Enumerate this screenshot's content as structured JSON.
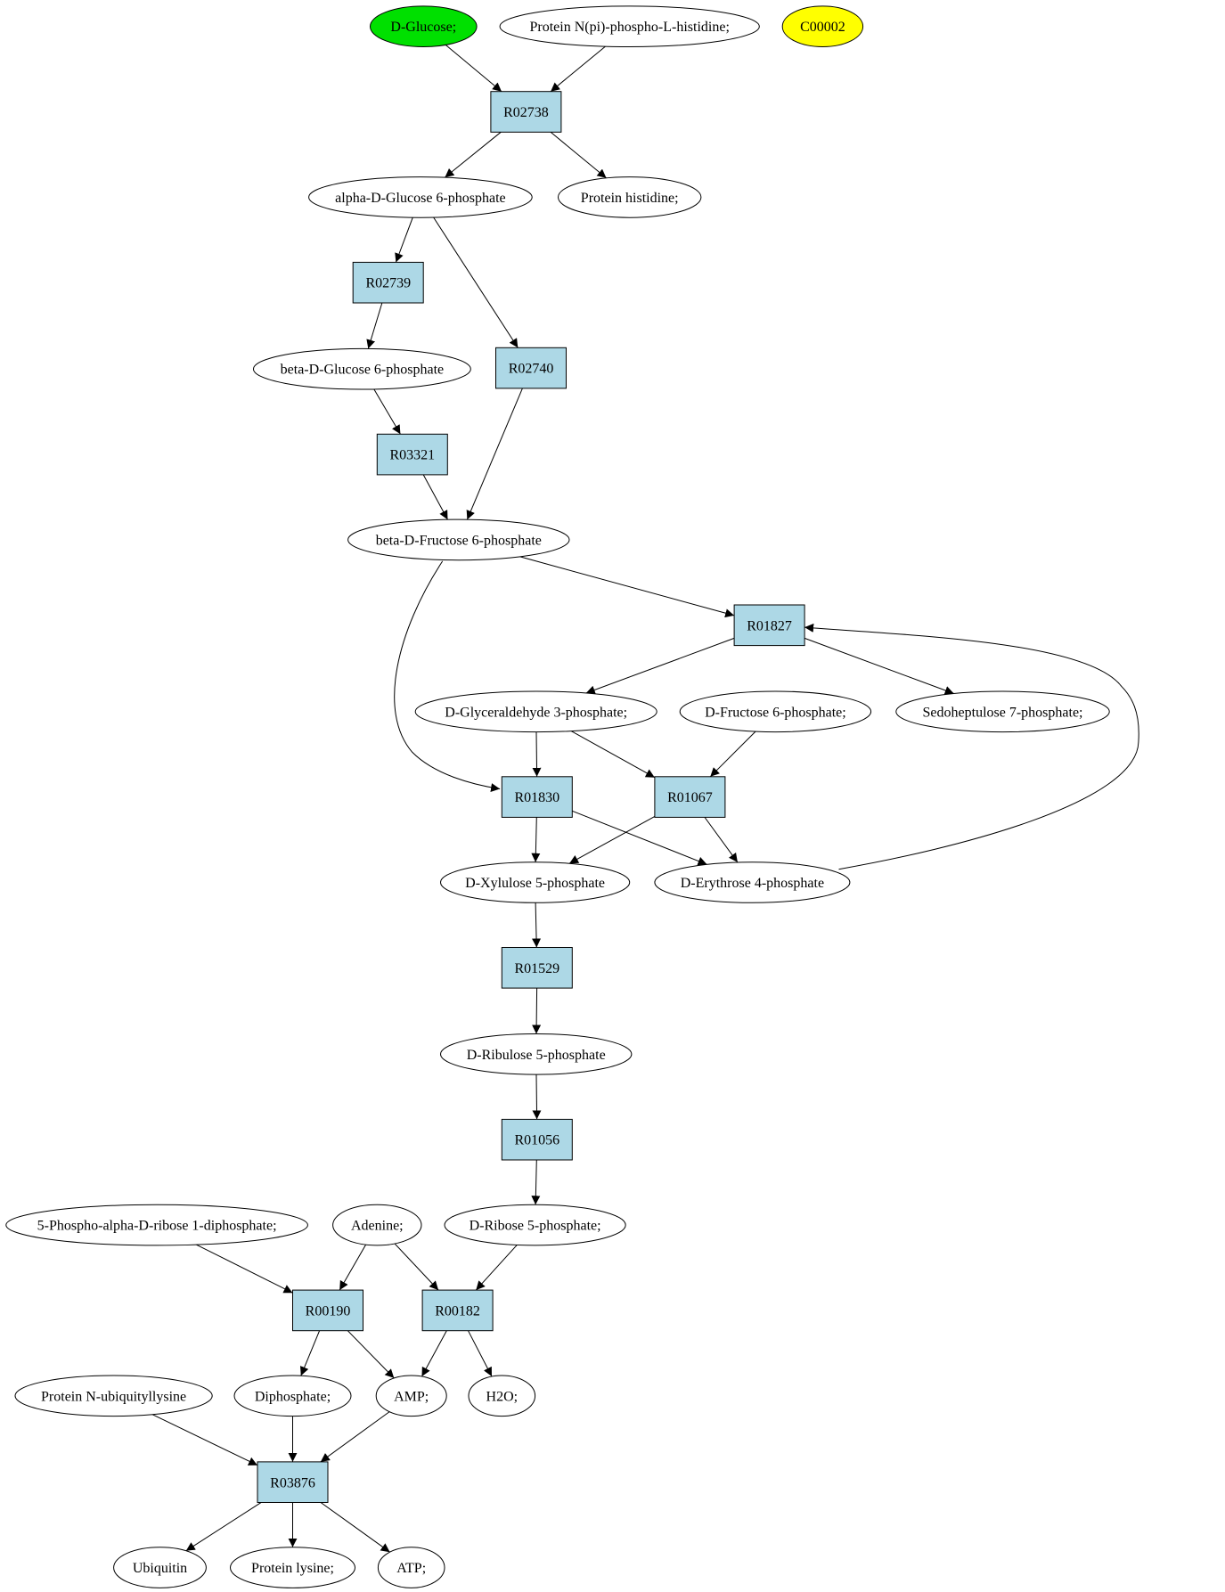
{
  "nodes": {
    "d_glucose": {
      "label": "D-Glucose;",
      "kind": "compound",
      "fill": "#00e000"
    },
    "protein_npi": {
      "label": "Protein N(pi)-phospho-L-histidine;",
      "kind": "compound"
    },
    "c00002": {
      "label": "C00002",
      "kind": "compound",
      "fill": "#ffff00"
    },
    "r02738": {
      "label": "R02738",
      "kind": "reaction"
    },
    "ag6p": {
      "label": "alpha-D-Glucose 6-phosphate",
      "kind": "compound"
    },
    "prot_his": {
      "label": "Protein histidine;",
      "kind": "compound"
    },
    "r02739": {
      "label": "R02739",
      "kind": "reaction"
    },
    "bg6p": {
      "label": "beta-D-Glucose 6-phosphate",
      "kind": "compound"
    },
    "r02740": {
      "label": "R02740",
      "kind": "reaction"
    },
    "r03321": {
      "label": "R03321",
      "kind": "reaction"
    },
    "bf6p": {
      "label": "beta-D-Fructose 6-phosphate",
      "kind": "compound"
    },
    "r01827": {
      "label": "R01827",
      "kind": "reaction"
    },
    "g3p": {
      "label": "D-Glyceraldehyde 3-phosphate;",
      "kind": "compound"
    },
    "df6p": {
      "label": "D-Fructose 6-phosphate;",
      "kind": "compound"
    },
    "s7p": {
      "label": "Sedoheptulose 7-phosphate;",
      "kind": "compound"
    },
    "r01830": {
      "label": "R01830",
      "kind": "reaction"
    },
    "r01067": {
      "label": "R01067",
      "kind": "reaction"
    },
    "x5p": {
      "label": "D-Xylulose 5-phosphate",
      "kind": "compound"
    },
    "e4p": {
      "label": "D-Erythrose 4-phosphate",
      "kind": "compound"
    },
    "r01529": {
      "label": "R01529",
      "kind": "reaction"
    },
    "ru5p": {
      "label": "D-Ribulose 5-phosphate",
      "kind": "compound"
    },
    "r01056": {
      "label": "R01056",
      "kind": "reaction"
    },
    "prpp": {
      "label": "5-Phospho-alpha-D-ribose 1-diphosphate;",
      "kind": "compound"
    },
    "adenine": {
      "label": "Adenine;",
      "kind": "compound"
    },
    "r5p": {
      "label": "D-Ribose 5-phosphate;",
      "kind": "compound"
    },
    "r00190": {
      "label": "R00190",
      "kind": "reaction"
    },
    "r00182": {
      "label": "R00182",
      "kind": "reaction"
    },
    "prot_ubq": {
      "label": "Protein N-ubiquityllysine",
      "kind": "compound"
    },
    "diphosphate": {
      "label": "Diphosphate;",
      "kind": "compound"
    },
    "amp": {
      "label": "AMP;",
      "kind": "compound"
    },
    "h2o": {
      "label": "H2O;",
      "kind": "compound"
    },
    "r03876": {
      "label": "R03876",
      "kind": "reaction"
    },
    "ubiquitin": {
      "label": "Ubiquitin",
      "kind": "compound"
    },
    "prot_lys": {
      "label": "Protein lysine;",
      "kind": "compound"
    },
    "atp": {
      "label": "ATP;",
      "kind": "compound"
    }
  },
  "edges": [
    [
      "d_glucose",
      "r02738"
    ],
    [
      "protein_npi",
      "r02738"
    ],
    [
      "r02738",
      "ag6p"
    ],
    [
      "r02738",
      "prot_his"
    ],
    [
      "ag6p",
      "r02739"
    ],
    [
      "ag6p",
      "r02740"
    ],
    [
      "r02739",
      "bg6p"
    ],
    [
      "bg6p",
      "r03321"
    ],
    [
      "r03321",
      "bf6p"
    ],
    [
      "r02740",
      "bf6p"
    ],
    [
      "bf6p",
      "r01827"
    ],
    [
      "bf6p",
      "r01830"
    ],
    [
      "r01827",
      "g3p"
    ],
    [
      "r01827",
      "s7p"
    ],
    [
      "g3p",
      "r01830"
    ],
    [
      "g3p",
      "r01067"
    ],
    [
      "df6p",
      "r01067"
    ],
    [
      "r01830",
      "x5p"
    ],
    [
      "r01830",
      "e4p"
    ],
    [
      "r01067",
      "x5p"
    ],
    [
      "r01067",
      "e4p"
    ],
    [
      "e4p",
      "r01827"
    ],
    [
      "x5p",
      "r01529"
    ],
    [
      "r01529",
      "ru5p"
    ],
    [
      "ru5p",
      "r01056"
    ],
    [
      "r01056",
      "r5p"
    ],
    [
      "prpp",
      "r00190"
    ],
    [
      "adenine",
      "r00190"
    ],
    [
      "adenine",
      "r00182"
    ],
    [
      "r5p",
      "r00182"
    ],
    [
      "r00190",
      "diphosphate"
    ],
    [
      "r00190",
      "amp"
    ],
    [
      "r00182",
      "amp"
    ],
    [
      "r00182",
      "h2o"
    ],
    [
      "prot_ubq",
      "r03876"
    ],
    [
      "diphosphate",
      "r03876"
    ],
    [
      "amp",
      "r03876"
    ],
    [
      "r03876",
      "ubiquitin"
    ],
    [
      "r03876",
      "prot_lys"
    ],
    [
      "r03876",
      "atp"
    ]
  ],
  "colors": {
    "reaction_fill": "#add8e6",
    "compound_fill": "#ffffff",
    "stroke": "#000000"
  }
}
